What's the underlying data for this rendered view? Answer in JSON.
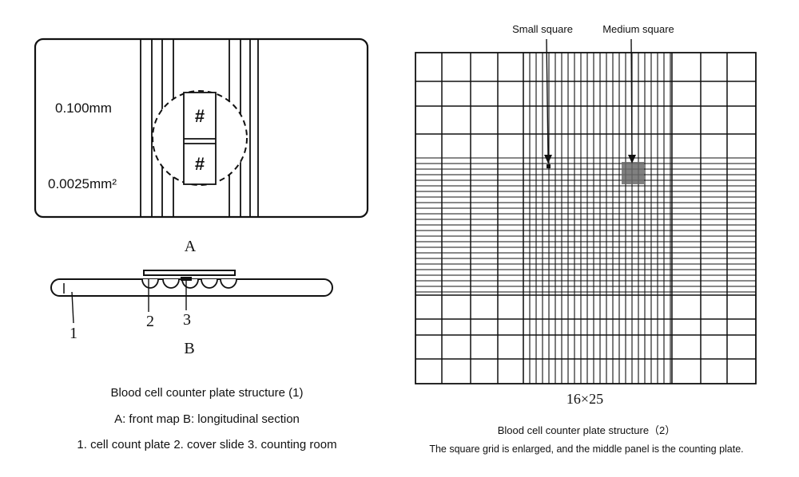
{
  "left_panel": {
    "measure_label_1": "0.100mm",
    "measure_label_2": "0.0025mm²",
    "hash_symbol": "#",
    "view_a_label": "A",
    "part_1": "1",
    "part_2": "2",
    "part_3": "3",
    "view_b_label": "B",
    "caption_line1": "Blood cell counter plate structure (1)",
    "caption_line2": "A: front map B: longitudinal section",
    "caption_line3": "1. cell count plate 2. cover slide 3. counting room"
  },
  "right_panel": {
    "small_square_label": "Small square",
    "medium_square_label": "Medium square",
    "grid_label": "16×25",
    "caption_line1": "Blood cell counter plate structure（2）",
    "caption_line2": "The square grid is enlarged, and the middle panel is the counting plate."
  }
}
